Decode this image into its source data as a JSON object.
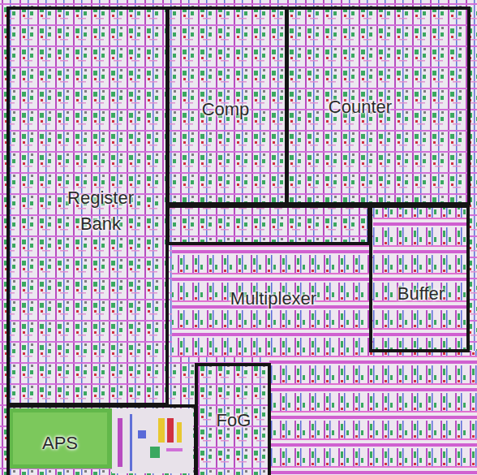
{
  "diagram": {
    "nodes": [
      {
        "text": [
          "Register Bank"
        ]
      },
      {
        "text": [
          "Comp"
        ]
      },
      {
        "text": [
          "Counter"
        ]
      },
      {
        "text": [
          "Multiplexer"
        ]
      },
      {
        "text": [
          "Buffer"
        ]
      },
      {
        "text": [
          "APS"
        ]
      },
      {
        "text": [
          "FoG"
        ]
      }
    ]
  }
}
